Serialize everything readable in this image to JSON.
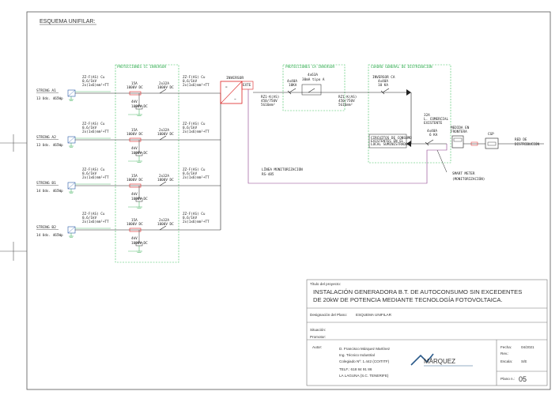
{
  "sheet": {
    "title": "ESQUEMA UNIFILAR:"
  },
  "groups": {
    "dc_protections": "PROTECCIONES CC INVERSOR",
    "ac_protections": "PROTECCIONES CA INVERSOR",
    "main_panel": "CUADRO GENERAL DE DISTRIBUCIÓN"
  },
  "strings": [
    {
      "name": "STRING A1",
      "modules": "13 Uds. 465Wp",
      "fuse_a": "15A",
      "fuse_v": "1000V DC",
      "switch_a": "2x32A",
      "switch_v": "1000V DC",
      "spd_kv": "4kV",
      "spd_v": "1000V DC"
    },
    {
      "name": "STRING A2",
      "modules": "13 Uds. 465Wp",
      "fuse_a": "15A",
      "fuse_v": "1000V DC",
      "switch_a": "2x32A",
      "switch_v": "1000V DC",
      "spd_kv": "4kV",
      "spd_v": "1000V DC"
    },
    {
      "name": "STRING B1",
      "modules": "14 Uds. 465Wp",
      "fuse_a": "15A",
      "fuse_v": "1000V DC",
      "switch_a": "2x32A",
      "switch_v": "1000V DC",
      "spd_kv": "4kV",
      "spd_v": "1000V DC"
    },
    {
      "name": "STRING B2",
      "modules": "14 Uds. 465Wp",
      "fuse_a": "15A",
      "fuse_v": "1000V DC",
      "switch_a": "2x32A",
      "switch_v": "1000V DC",
      "spd_kv": "4kV",
      "spd_v": "1000V DC"
    }
  ],
  "cables": {
    "string_cable_1": "ZZ-F(AS) Cu",
    "string_cable_2": "0,6/1kV",
    "string_cable_3": "2x(1x6)mm²+TT",
    "inv_cable_1": "ZZ-F(AS) Cu",
    "inv_cable_2": "0,6/1kV",
    "inv_cable_3": "2x(1x6)mm²+TT",
    "ac_cable_1": "RZ1-K(AS)",
    "ac_cable_2": "450/750V",
    "ac_cable_3": "5G16mm²",
    "ac_cable2_1": "RZ1-K(AS)",
    "ac_cable2_2": "450/750V",
    "ac_cable2_3": "5G16mm²"
  },
  "inverter": {
    "label": "INVERSOR",
    "port": "EXTE"
  },
  "ac_side": {
    "breaker_a": "4x40A",
    "breaker_ka": "10KA",
    "rcd_a": "4x63A",
    "rcd_ma": "30mA tipo A",
    "inverter_ca": "INVERSOR CA",
    "inverter_ca_a": "4x40A",
    "inverter_ca_ka": "10 KA",
    "existing_a": "32A",
    "existing_1": "L. COMERCIAL",
    "existing_2": "EXISTENTE",
    "existing_b": "4x40A",
    "existing_b_ka": "6 KA",
    "meter_1": "MEDIDA EN",
    "meter_2": "FRONTERA",
    "cgp": "CGP",
    "grid_1": "RED DE",
    "grid_2": "DISTRIBUCIÓN",
    "circuits_1": "CIRCUITOS DE CONSUMO",
    "circuits_2": "EXISTENTES EN EL",
    "circuits_3": "LOCAL SUMINISTRADO"
  },
  "monitoring": {
    "line_1": "LÍNEA MONITORIZACIÓN",
    "line_2": "RS-485",
    "meter_1": "SMART METER",
    "meter_2": "(MONITORIZACIÓN)"
  },
  "title_block": {
    "project_label": "Título del proyecto:",
    "project_line1": "INSTALACIÓN GENERADORA B.T. DE AUTOCONSUMO SIN EXCEDENTES",
    "project_line2": "DE 20kW DE POTENCIA MEDIANTE TECNOLOGÍA FOTOVOLTAICA.",
    "plan_label": "Designación del Plano:",
    "plan_value": "ESQUEMA UNIFILAR",
    "situation_label": "Situación:",
    "promoter_label": "Promotor:",
    "author_label": "Autor:",
    "author_name": "D. Francisco Márquez Martínez",
    "author_title": "Ing. Técnico Industrial",
    "author_reg": "Colegiado Nº: 1.442 (COITITF)",
    "author_phone": "TELF.: 618 84 91 86",
    "author_city": "LA LAGUNA (S.C. TENERIFE)",
    "date_label": "Fecha:",
    "date_value": "04/2021",
    "rev_label": "Rev.:",
    "scale_label": "Escala:",
    "scale_value": "S/E",
    "plan_no_label": "Plano n.:",
    "plan_no_value": "05",
    "logo_text": "MÁRQUEZ"
  }
}
